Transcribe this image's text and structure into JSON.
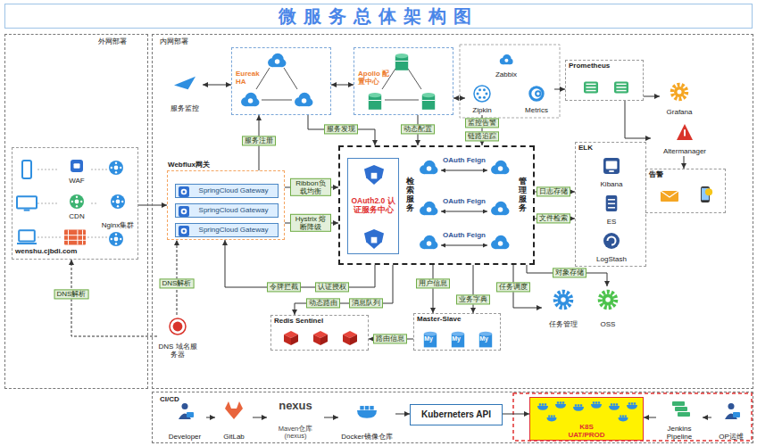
{
  "diagram": {
    "title": "微服务总体架构图",
    "nodes": [
      {
        "text": [
          "外网部署"
        ]
      },
      {
        "text": [
          "内网部署"
        ]
      },
      {
        "text": [
          "CI/CD"
        ]
      },
      {
        "text": [
          "wenshu.cjbdi.com"
        ],
        "in": 0
      },
      {
        "text": [
          "WAF"
        ],
        "in": 3
      },
      {
        "text": [
          "CDN"
        ],
        "in": 3
      },
      {
        "text": [
          "Nginx集群"
        ],
        "in": 3
      },
      {
        "text": [
          "服务监控"
        ],
        "in": 1
      },
      {
        "text": [
          "Eureak HA"
        ],
        "in": 1
      },
      {
        "text": [
          "Apollo 配置中心"
        ],
        "in": 1
      },
      {
        "text": [
          "Zabbix"
        ],
        "in": 1
      },
      {
        "text": [
          "Zipkin"
        ],
        "in": 1
      },
      {
        "text": [
          "Metrics"
        ],
        "in": 1
      },
      {
        "text": [
          "Prometheus"
        ],
        "in": 1
      },
      {
        "text": [
          "Grafana"
        ],
        "in": 1
      },
      {
        "text": [
          "Altermanager"
        ],
        "in": 1
      },
      {
        "text": [
          "告警"
        ],
        "in": 1
      },
      {
        "text": [
          "Webflux网关"
        ],
        "in": 1
      },
      {
        "text": [
          "SpringCloud Gateway"
        ],
        "in": 17
      },
      {
        "text": [
          "SpringCloud Gateway"
        ],
        "in": 17
      },
      {
        "text": [
          "SpringCloud Gateway"
        ],
        "in": 17
      },
      {
        "text": [
          "检索服务",
          "管理服务"
        ],
        "in": 1
      },
      {
        "text": [
          "OAuth2.0 认证服务中心"
        ],
        "in": 21
      },
      {
        "text": [
          "ELK"
        ],
        "in": 1
      },
      {
        "text": [
          "Kibana"
        ],
        "in": 23
      },
      {
        "text": [
          "ES"
        ],
        "in": 23
      },
      {
        "text": [
          "LogStash"
        ],
        "in": 23
      },
      {
        "text": [
          "任务管理"
        ],
        "in": 1
      },
      {
        "text": [
          "OSS"
        ],
        "in": 1
      },
      {
        "text": [
          "Redis Sentinel"
        ],
        "in": 1
      },
      {
        "text": [
          "Master-Slave"
        ],
        "in": 1
      },
      {
        "text": [
          "DNS 域名服务器"
        ],
        "in": 1
      },
      {
        "text": [
          "Developer"
        ],
        "in": 2
      },
      {
        "text": [
          "GitLab"
        ],
        "in": 2
      },
      {
        "text": [
          "nexus",
          "Maven仓库 (nexus)"
        ],
        "in": 2
      },
      {
        "text": [
          "Docker镜像仓库"
        ],
        "in": 2
      },
      {
        "text": [
          "Kuberneters API"
        ],
        "in": 2
      },
      {
        "text": [
          "K8S UAT/PROD"
        ],
        "in": 2
      },
      {
        "text": [
          "Jenkins Pipeline"
        ],
        "in": 2
      },
      {
        "text": [
          "OP运维"
        ],
        "in": 2
      }
    ],
    "edges": [
      {
        "from": 7,
        "to": 8,
        "arrow": "both"
      },
      {
        "from": 8,
        "to": 9,
        "arrow": "both"
      },
      {
        "from": 9,
        "to": 11,
        "arrow": "both"
      },
      {
        "from": 12,
        "to": 13,
        "arrow": "to"
      },
      {
        "from": 13,
        "to": 14,
        "arrow": "to"
      },
      {
        "from": 13,
        "to": 15,
        "arrow": "to"
      },
      {
        "from": 15,
        "to": 16,
        "arrow": "to"
      },
      {
        "from": 17,
        "to": 8,
        "label": "服务注册",
        "arrow": "to"
      },
      {
        "from": 8,
        "to": 21,
        "label": "服务发现",
        "arrow": "to"
      },
      {
        "from": 9,
        "to": 21,
        "label": "动态配置",
        "arrow": "to"
      },
      {
        "from": 11,
        "to": 21,
        "label": "监控告警",
        "arrow": "to"
      },
      {
        "from": 3,
        "to": 17,
        "arrow": "to"
      },
      {
        "from": 17,
        "to": 21,
        "label": "Ribbon负载均衡",
        "arrow": "to"
      },
      {
        "from": 17,
        "to": 21,
        "label": "Hystrix 熔断降级",
        "arrow": "to"
      },
      {
        "from": 21,
        "to": 23,
        "label": "日志存储",
        "arrow": "to"
      },
      {
        "from": 21,
        "to": 23,
        "label": "文件检索",
        "arrow": "to"
      },
      {
        "from": 21,
        "to": 17,
        "label": "令牌拦截",
        "arrow": "to"
      },
      {
        "from": 21,
        "to": 29,
        "label": "动态路由",
        "arrow": "to"
      },
      {
        "from": 21,
        "to": 30,
        "label": "用户信息",
        "arrow": "to"
      },
      {
        "from": 21,
        "to": 30,
        "label": "业务字典",
        "arrow": "to"
      },
      {
        "from": 30,
        "to": 29,
        "label": "路由信息",
        "arrow": "to"
      },
      {
        "from": 21,
        "to": 27,
        "label": "任务调度",
        "arrow": "to"
      },
      {
        "from": 21,
        "to": 28,
        "label": "对象存储",
        "arrow": "to"
      },
      {
        "from": 31,
        "to": 17,
        "label": "DNS解析",
        "arrow": "to"
      },
      {
        "from": 31,
        "to": 3,
        "label": "DNS解析",
        "arrow": "to"
      },
      {
        "from": 32,
        "to": 33,
        "arrow": "to"
      },
      {
        "from": 33,
        "to": 34,
        "arrow": "to"
      },
      {
        "from": 34,
        "to": 35,
        "arrow": "to"
      },
      {
        "from": 35,
        "to": 36,
        "arrow": "to"
      },
      {
        "from": 36,
        "to": 37,
        "arrow": "to"
      },
      {
        "from": 39,
        "to": 38,
        "arrow": "to"
      },
      {
        "from": 38,
        "to": 37,
        "arrow": "to"
      }
    ],
    "labels": [
      "链路追踪",
      "认证授权",
      "消息队列",
      "OAuth Feign",
      "OAuth Feign",
      "OAuth Feign",
      "My",
      "My",
      "My"
    ]
  }
}
